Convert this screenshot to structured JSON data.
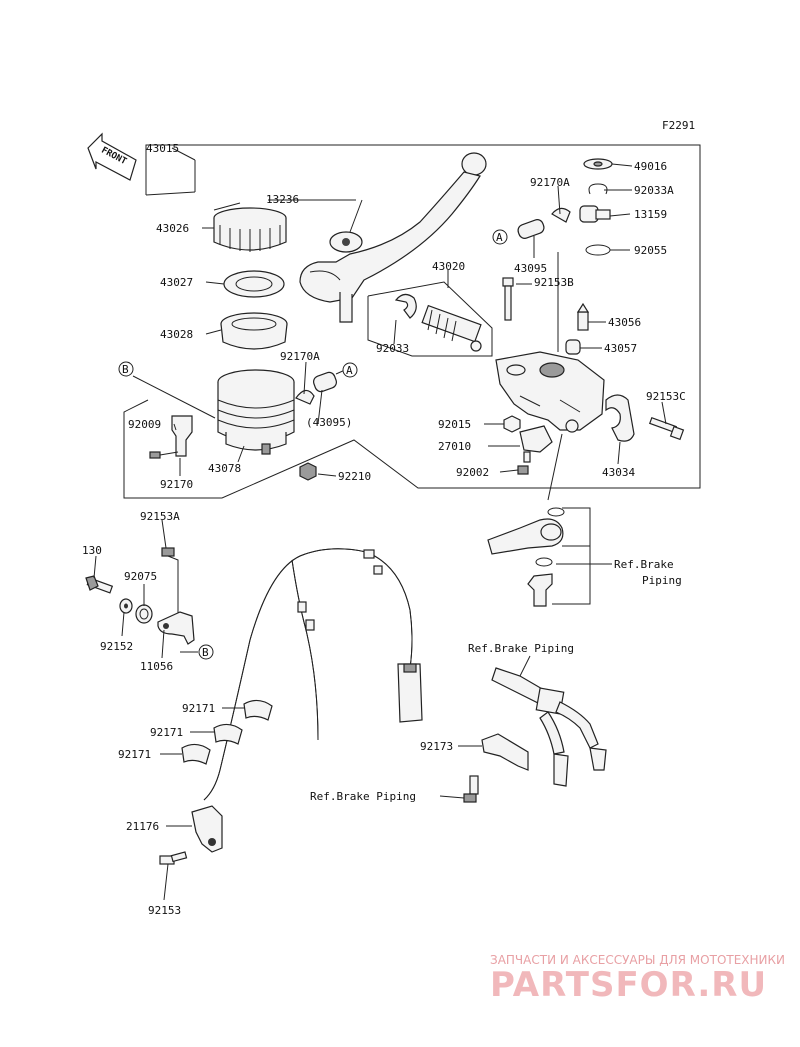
{
  "figure_code": "F2291",
  "front_label": "FRONT",
  "watermark": {
    "line1": "ЗАПЧАСТИ И АКСЕССУАРЫ ДЛЯ МОТОТЕХНИКИ",
    "line2": "PARTSFOR.RU"
  },
  "parts": [
    {
      "id": "p43015",
      "text": "43015"
    },
    {
      "id": "p13236",
      "text": "13236"
    },
    {
      "id": "p43026",
      "text": "43026"
    },
    {
      "id": "p43027",
      "text": "43027"
    },
    {
      "id": "p43028",
      "text": "43028"
    },
    {
      "id": "p92170A_a",
      "text": "92170A"
    },
    {
      "id": "p43095_a",
      "text": "(43095)"
    },
    {
      "id": "p92009",
      "text": "92009"
    },
    {
      "id": "p43078",
      "text": "43078"
    },
    {
      "id": "p92170",
      "text": "92170"
    },
    {
      "id": "p92210",
      "text": "92210"
    },
    {
      "id": "p43020",
      "text": "43020"
    },
    {
      "id": "p92033",
      "text": "92033"
    },
    {
      "id": "p92153B",
      "text": "92153B"
    },
    {
      "id": "p92170A_b",
      "text": "92170A"
    },
    {
      "id": "p43095_b",
      "text": "43095"
    },
    {
      "id": "p49016",
      "text": "49016"
    },
    {
      "id": "p92033A",
      "text": "92033A"
    },
    {
      "id": "p13159",
      "text": "13159"
    },
    {
      "id": "p92055",
      "text": "92055"
    },
    {
      "id": "p43056",
      "text": "43056"
    },
    {
      "id": "p43057",
      "text": "43057"
    },
    {
      "id": "p92153C",
      "text": "92153C"
    },
    {
      "id": "p92015",
      "text": "92015"
    },
    {
      "id": "p27010",
      "text": "27010"
    },
    {
      "id": "p92002",
      "text": "92002"
    },
    {
      "id": "p43034",
      "text": "43034"
    },
    {
      "id": "p92153A",
      "text": "92153A"
    },
    {
      "id": "p130",
      "text": "130"
    },
    {
      "id": "p92075",
      "text": "92075"
    },
    {
      "id": "p92152",
      "text": "92152"
    },
    {
      "id": "p11056",
      "text": "11056"
    },
    {
      "id": "p92171_1",
      "text": "92171"
    },
    {
      "id": "p92171_2",
      "text": "92171"
    },
    {
      "id": "p92171_3",
      "text": "92171"
    },
    {
      "id": "p92173",
      "text": "92173"
    },
    {
      "id": "p21176",
      "text": "21176"
    },
    {
      "id": "p92153",
      "text": "92153"
    }
  ],
  "refs": [
    {
      "id": "ref1a",
      "text": "Ref.Brake"
    },
    {
      "id": "ref1b",
      "text": "Piping"
    },
    {
      "id": "ref2",
      "text": "Ref.Brake Piping"
    },
    {
      "id": "ref3",
      "text": "Ref.Brake Piping"
    }
  ],
  "callouts": [
    {
      "id": "callA1",
      "text": "A"
    },
    {
      "id": "callA2",
      "text": "A"
    },
    {
      "id": "callB1",
      "text": "B"
    },
    {
      "id": "callB2",
      "text": "B"
    }
  ]
}
